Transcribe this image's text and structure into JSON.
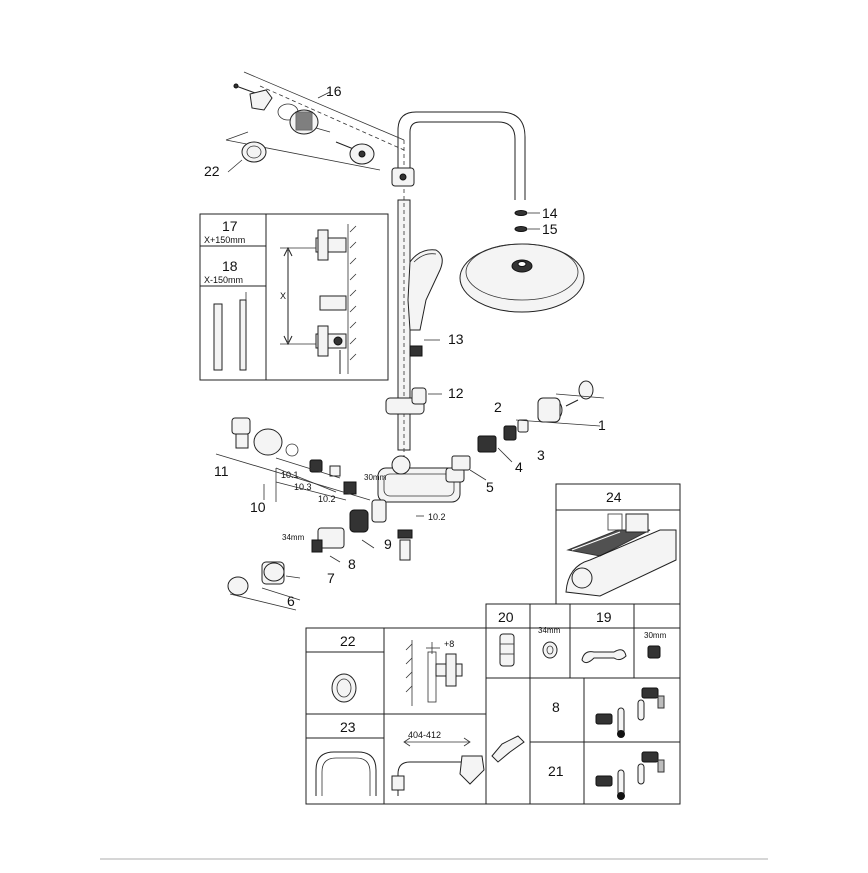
{
  "callouts": {
    "c1": "1",
    "c2": "2",
    "c3": "3",
    "c4": "4",
    "c5": "5",
    "c6": "6",
    "c7": "7",
    "c8": "8",
    "c9": "9",
    "c10": "10",
    "c10_1": "10.1",
    "c10_2": "10.2",
    "c10_2b": "10.2",
    "c10_3": "10.3",
    "c11": "11",
    "c12": "12",
    "c13": "13",
    "c14": "14",
    "c15": "15",
    "c16": "16",
    "c22": "22"
  },
  "dimensions": {
    "wrench_30": "30mm",
    "wrench_34": "34mm"
  },
  "inset_bar": {
    "item17": "17",
    "item17_len": "X+150mm",
    "item18": "18",
    "item18_len": "X-150mm",
    "x_label": "X"
  },
  "inset_24": {
    "label": "24"
  },
  "table": {
    "t20": "20",
    "t20_dim": "34mm",
    "t19": "19",
    "t19_dim": "30mm",
    "t22": "22",
    "t22_dim": "+8",
    "t23": "23",
    "t23_dim": "404-412",
    "t8": "8",
    "t21": "21"
  }
}
